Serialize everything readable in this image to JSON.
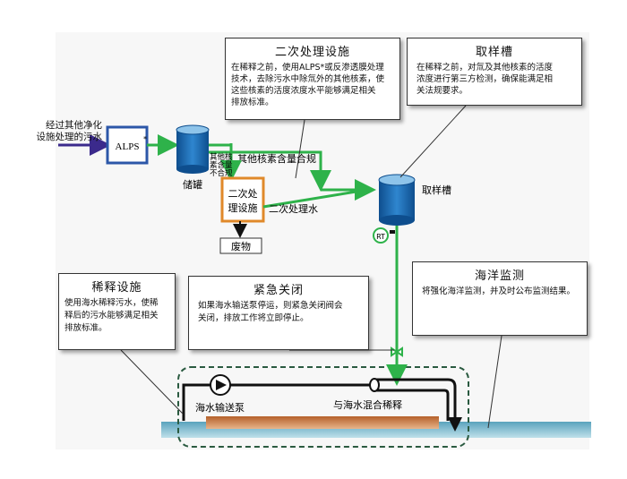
{
  "input_label": [
    "经过其他净化",
    "设施处理的污水"
  ],
  "alps_label": "ALPS",
  "alps_mark": "*",
  "storage_tank_label": "储罐",
  "secondary_unit_label": [
    "二次处",
    "理设施"
  ],
  "secondary_side_label": [
    "其他核",
    "素含量",
    "不合规"
  ],
  "compliant_label": "其他核素含量合规",
  "waste_label": "废物",
  "secondary_water_label": "二次处理水",
  "sampling_tank_label": "取样槽",
  "rt_label": "RT",
  "pump_label": "海水输送泵",
  "mix_label": "与海水混合稀释",
  "callouts": {
    "secondary": {
      "title": "二次处理设施",
      "lines": [
        "在稀释之前，使用ALPS*或反渗透膜处理",
        "技术，去除污水中除氚外的其他核素，使",
        "这些核素的活度浓度水平能够满足相关",
        "排放标准。"
      ]
    },
    "sampling": {
      "title": "取样槽",
      "lines": [
        "在稀释之前，对氚及其他核素的活度",
        "浓度进行第三方检测，确保能满足相",
        "关法规要求。"
      ]
    },
    "dilution": {
      "title": "稀释设施",
      "lines": [
        "使用海水稀释污水，使稀",
        "释后的污水能够满足相关",
        "排放标准。"
      ]
    },
    "emergency": {
      "title": "紧急关闭",
      "lines": [
        "如果海水输送泵停运，则紧急关闭阀会",
        "关闭，排放工作将立即停止。"
      ]
    },
    "monitoring": {
      "title": "海洋监测",
      "lines": [
        "将强化海洋监测，并及时公布监测结果。"
      ]
    }
  },
  "colors": {
    "flow_green": "#2eb24a",
    "input_purple": "#3b2a8c",
    "tank_blue": "#1f6fb8",
    "alps_border": "#2c57a8",
    "unit_border": "#e0892a",
    "sea": "#7fb9cc"
  }
}
